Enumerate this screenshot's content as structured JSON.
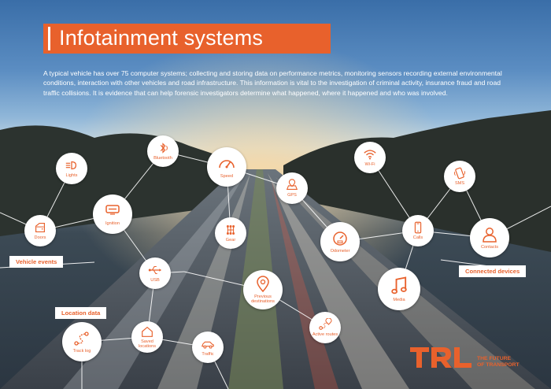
{
  "title": "Infotainment systems",
  "intro": "A typical vehicle has over 75 computer systems; collecting and storing data on performance metrics, monitoring sensors recording external environmental conditions, interaction with other vehicles and road infrastructure. This information is vital to the investigation of criminal activity, insurance fraud and road traffic collisions. It is evidence that can help forensic investigators determine what happened, where it happened and who was involved.",
  "categories": {
    "vehicle_events": "Vehicle events",
    "connected_devices": "Connected devices",
    "location_data": "Location data"
  },
  "nodes": {
    "lights": "Lights",
    "bluetooth": "Bluetooth",
    "speed": "Speed",
    "gps": "GPS",
    "wifi": "Wi-Fi",
    "sms": "SMS",
    "doors": "Doors",
    "ignition": "Ignition",
    "gear": "Gear",
    "odometer": "Odometer",
    "calls": "Calls",
    "contacts": "Contacts",
    "usb": "USB",
    "previous_destinations": "Previous destinations",
    "media": "Media",
    "saved_locations": "Saved locations",
    "active_routes": "Active routes",
    "track_log": "Track log",
    "traffic": "Traffic"
  },
  "logo": {
    "text": "TRL",
    "tagline_1": "THE FUTURE",
    "tagline_2": "OF TRANSPORT"
  },
  "colors": {
    "accent": "#e8612c",
    "node_bg": "#ffffff",
    "text": "#ffffff"
  },
  "icons": [
    "headlight-icon",
    "bluetooth-icon",
    "speedometer-icon",
    "gps-map-icon",
    "wifi-icon",
    "sms-phone-icon",
    "car-door-icon",
    "ignition-key-icon",
    "gear-stick-icon",
    "odometer-icon",
    "phone-icon",
    "contact-person-icon",
    "usb-icon",
    "map-pin-icon",
    "music-note-icon",
    "house-pin-icon",
    "route-icon",
    "track-log-icon",
    "car-icon"
  ]
}
